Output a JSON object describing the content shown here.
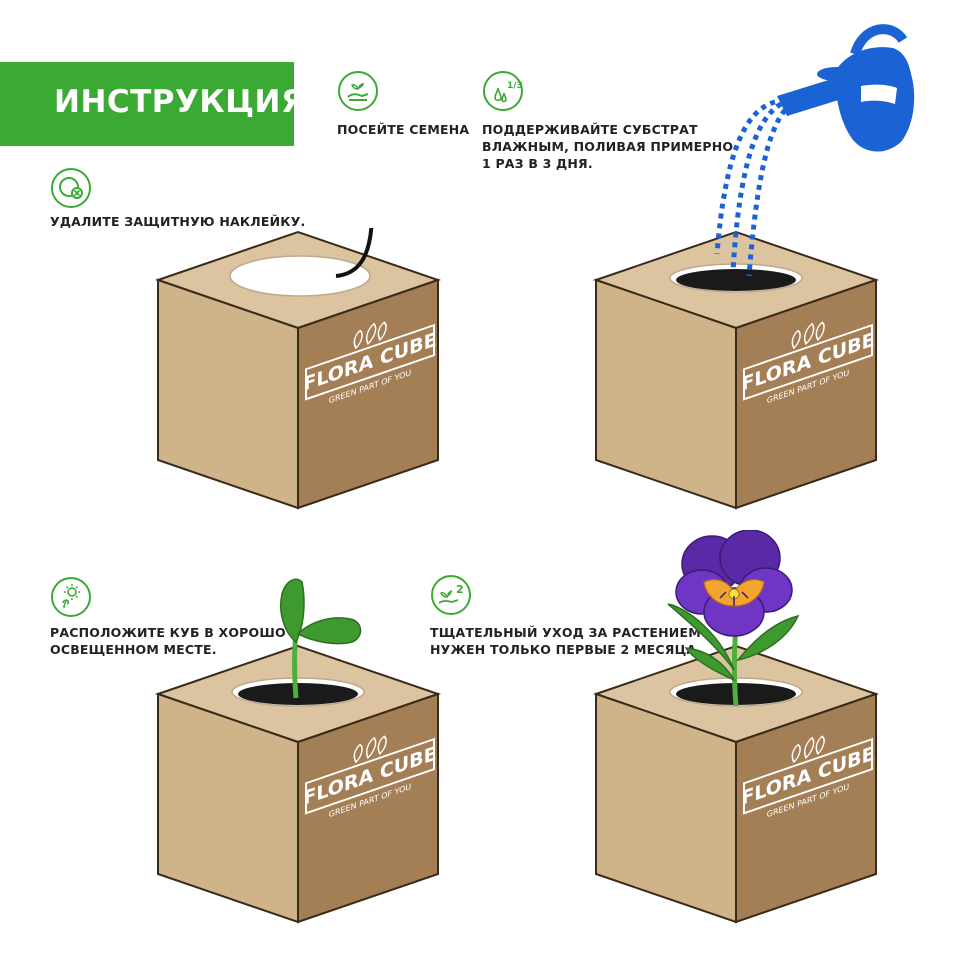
{
  "banner": {
    "title": "ИНСТРУКЦИЯ:"
  },
  "steps": [
    {
      "text": "УДАЛИТЕ ЗАЩИТНУЮ НАКЛЕЙКУ.",
      "icon": "sticker-remove-icon"
    },
    {
      "text": "ПОСЕЙТЕ СЕМЕНА",
      "icon": "sow-seeds-icon"
    },
    {
      "text": "ПОДДЕРЖИВАЙТЕ СУБСТРАТ\nВЛАЖНЫМ, ПОЛИВАЯ ПРИМЕРНО\n1 РАЗ В 3 ДНЯ.",
      "icon": "watering-frequency-icon",
      "icon_text": "1/3"
    },
    {
      "text": "РАСПОЛОЖИТЕ КУБ В ХОРОШО\nОСВЕЩЕННОМ МЕСТЕ.",
      "icon": "sunlight-icon"
    },
    {
      "text": "ТЩАТЕЛЬНЫЙ УХОД ЗА РАСТЕНИЕМ\nНУЖЕН ТОЛЬКО ПЕРВЫЕ 2 МЕСЯЦА",
      "icon": "care-months-icon",
      "icon_text": "2"
    }
  ],
  "cube_logo": {
    "brand": "FLORA CUBE",
    "tagline": "GREEN PART OF YOU"
  },
  "colors": {
    "green": "#3aaa35",
    "cube_top": "#dcc4a0",
    "cube_left": "#cfb48a",
    "cube_right": "#a47e55",
    "water_blue": "#1b63d4",
    "pansy_purple": "#5a2aa6",
    "pansy_yellow": "#f2a531"
  }
}
